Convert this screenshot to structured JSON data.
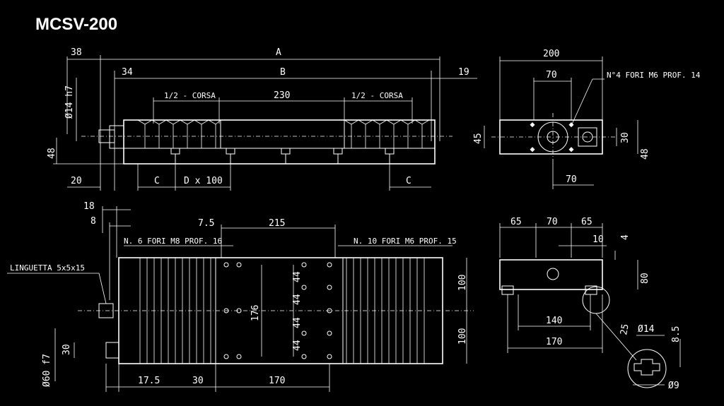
{
  "title": "MCSV-200",
  "top_view": {
    "dims": {
      "d38": "38",
      "A": "A",
      "B": "B",
      "d34": "34",
      "d19": "19",
      "half_stroke_left": "1/2 - CORSA",
      "d230": "230",
      "half_stroke_right": "1/2 - CORSA",
      "shaft": "Ø14 h7",
      "d48": "48",
      "d20": "20",
      "C_left": "C",
      "Dx100": "D x 100",
      "C_right": "C"
    }
  },
  "end_view": {
    "dims": {
      "d200": "200",
      "d70_top": "70",
      "holes_note": "N°4 FORI M6 PROF. 14",
      "d45": "45",
      "d30": "30",
      "d48": "48",
      "d70_bottom": "70"
    }
  },
  "bottom_view": {
    "dims": {
      "d18": "18",
      "d8": "8",
      "d7_5": "7.5",
      "d215": "215",
      "holes_m8": "N. 6 FORI M8 PROF. 16",
      "holes_m6": "N. 10 FORI M6 PROF. 15",
      "key": "LINGUETTA 5x5x15",
      "d44a": "44",
      "d44b": "44",
      "d44c": "44",
      "d44d": "44",
      "d176": "176",
      "d100a": "100",
      "d100b": "100",
      "d30_shaft": "30",
      "d60": "Ø60 f7",
      "d17_5": "17.5",
      "d30_bottom": "30",
      "d170_bottom": "170"
    }
  },
  "section_view": {
    "dims": {
      "d65_left": "65",
      "d70": "70",
      "d65_right": "65",
      "d10": "10",
      "d4": "4",
      "d80": "80",
      "d140": "140",
      "d170": "170",
      "d25": "25",
      "d14": "Ø14",
      "d8_5": "8.5",
      "d9": "Ø9"
    }
  }
}
